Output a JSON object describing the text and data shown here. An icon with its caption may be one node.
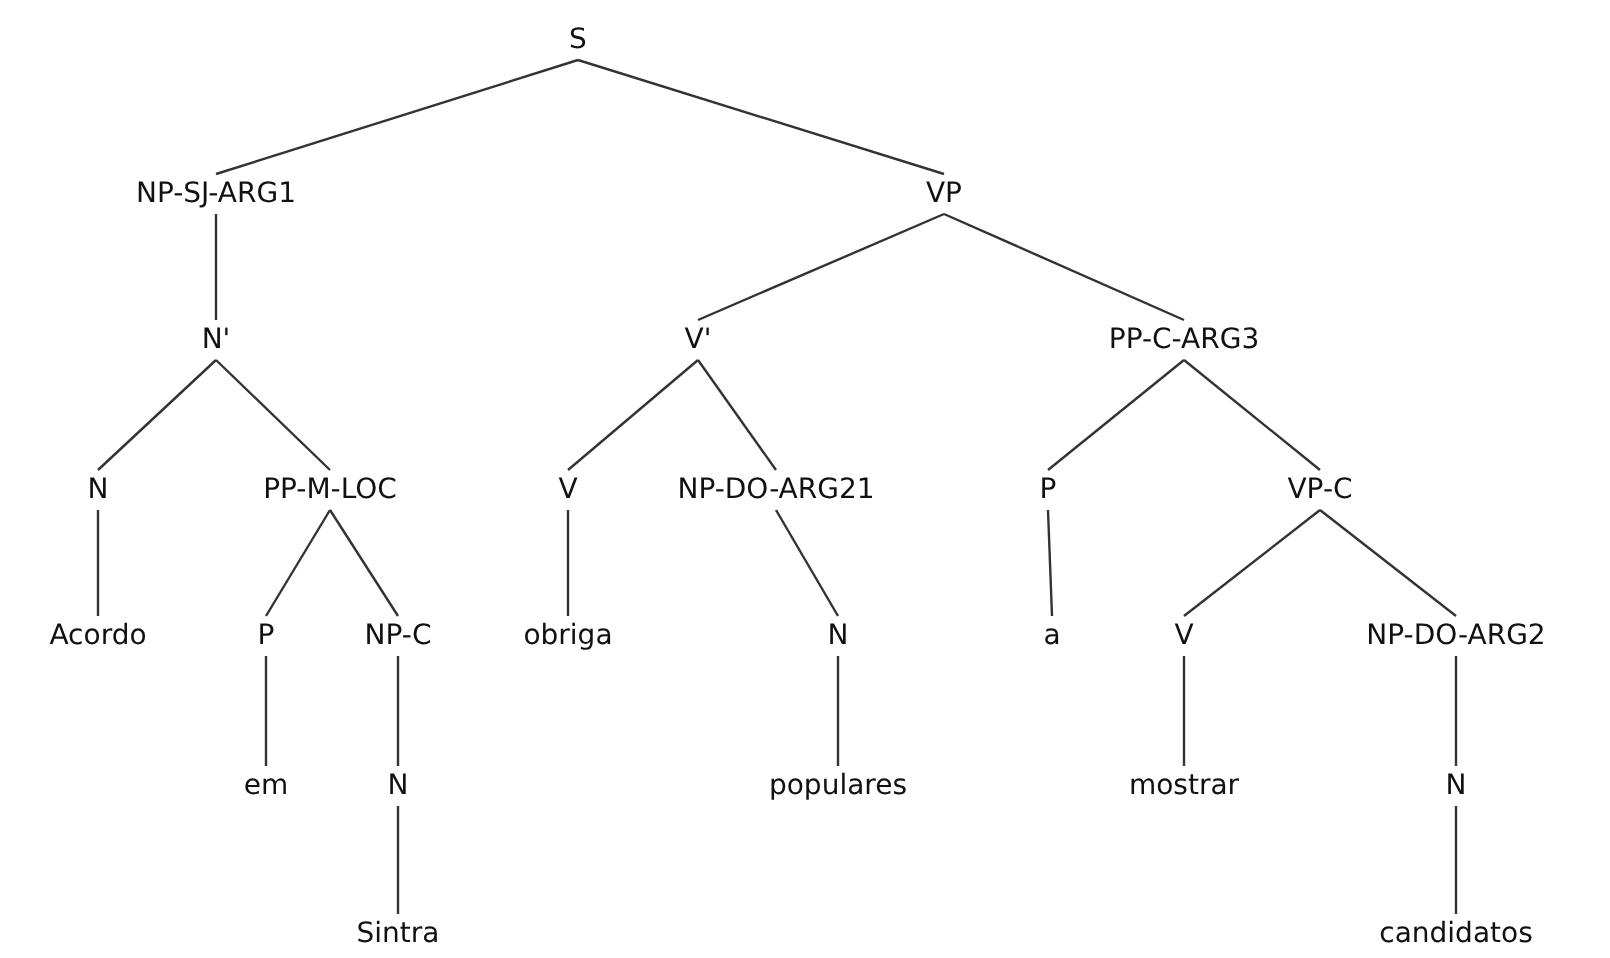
{
  "diagram": {
    "nodes": [
      {
        "text": [
          "S"
        ]
      },
      {
        "text": [
          "NP-SJ-ARG1"
        ]
      },
      {
        "text": [
          "VP"
        ]
      },
      {
        "text": [
          "N'"
        ]
      },
      {
        "text": [
          "V'"
        ]
      },
      {
        "text": [
          "PP-C-ARG3"
        ]
      },
      {
        "text": [
          "N"
        ]
      },
      {
        "text": [
          "PP-M-LOC"
        ]
      },
      {
        "text": [
          "V"
        ]
      },
      {
        "text": [
          "NP-DO-ARG21"
        ]
      },
      {
        "text": [
          "P"
        ]
      },
      {
        "text": [
          "VP-C"
        ]
      },
      {
        "text": [
          "Acordo"
        ]
      },
      {
        "text": [
          "P"
        ]
      },
      {
        "text": [
          "NP-C"
        ]
      },
      {
        "text": [
          "obriga"
        ]
      },
      {
        "text": [
          "N"
        ]
      },
      {
        "text": [
          "a"
        ]
      },
      {
        "text": [
          "V"
        ]
      },
      {
        "text": [
          "NP-DO-ARG2"
        ]
      },
      {
        "text": [
          "em"
        ]
      },
      {
        "text": [
          "N"
        ]
      },
      {
        "text": [
          "populares"
        ]
      },
      {
        "text": [
          "mostrar"
        ]
      },
      {
        "text": [
          "N"
        ]
      },
      {
        "text": [
          "Sintra"
        ]
      },
      {
        "text": [
          "candidatos"
        ]
      }
    ],
    "edges": [
      {
        "from": 0,
        "to": 1,
        "arrow": "none"
      },
      {
        "from": 0,
        "to": 2,
        "arrow": "none"
      },
      {
        "from": 1,
        "to": 3,
        "arrow": "none"
      },
      {
        "from": 2,
        "to": 4,
        "arrow": "none"
      },
      {
        "from": 2,
        "to": 5,
        "arrow": "none"
      },
      {
        "from": 3,
        "to": 6,
        "arrow": "none"
      },
      {
        "from": 3,
        "to": 7,
        "arrow": "none"
      },
      {
        "from": 4,
        "to": 8,
        "arrow": "none"
      },
      {
        "from": 4,
        "to": 9,
        "arrow": "none"
      },
      {
        "from": 5,
        "to": 10,
        "arrow": "none"
      },
      {
        "from": 5,
        "to": 11,
        "arrow": "none"
      },
      {
        "from": 6,
        "to": 12,
        "arrow": "none"
      },
      {
        "from": 7,
        "to": 13,
        "arrow": "none"
      },
      {
        "from": 7,
        "to": 14,
        "arrow": "none"
      },
      {
        "from": 8,
        "to": 15,
        "arrow": "none"
      },
      {
        "from": 9,
        "to": 16,
        "arrow": "none"
      },
      {
        "from": 10,
        "to": 17,
        "arrow": "none"
      },
      {
        "from": 11,
        "to": 18,
        "arrow": "none"
      },
      {
        "from": 11,
        "to": 19,
        "arrow": "none"
      },
      {
        "from": 13,
        "to": 20,
        "arrow": "none"
      },
      {
        "from": 14,
        "to": 21,
        "arrow": "none"
      },
      {
        "from": 16,
        "to": 22,
        "arrow": "none"
      },
      {
        "from": 18,
        "to": 23,
        "arrow": "none"
      },
      {
        "from": 19,
        "to": 24,
        "arrow": "none"
      },
      {
        "from": 21,
        "to": 25,
        "arrow": "none"
      },
      {
        "from": 24,
        "to": 26,
        "arrow": "none"
      }
    ]
  }
}
